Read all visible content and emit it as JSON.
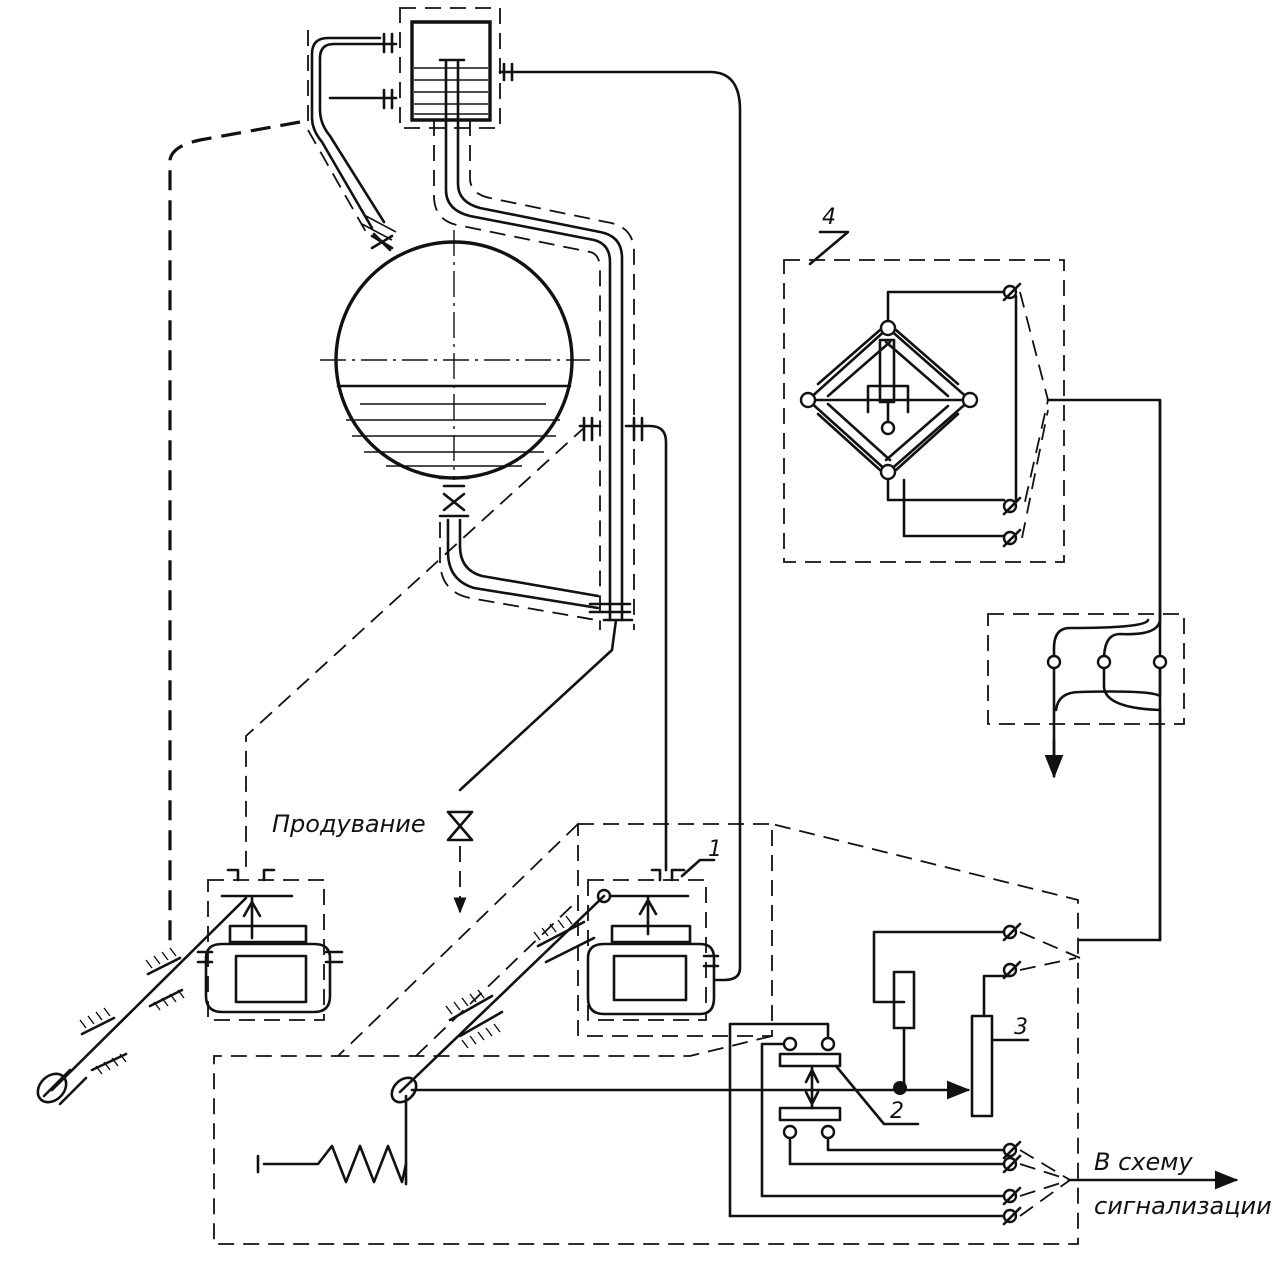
{
  "labels": {
    "blowdown": "Продувание",
    "to_signal_line1": "В схему",
    "to_signal_line2": "сигнализации",
    "marker_1": "1",
    "marker_2": "2",
    "marker_3": "3",
    "marker_4": "4"
  }
}
